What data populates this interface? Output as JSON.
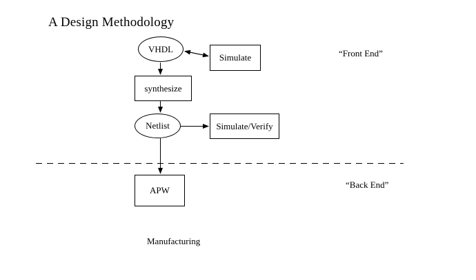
{
  "title": "A Design Methodology",
  "diagram": {
    "nodes": {
      "vhdl": {
        "label": "VHDL",
        "shape": "ellipse"
      },
      "simulate": {
        "label": "Simulate",
        "shape": "rect"
      },
      "synthesize": {
        "label": "synthesize",
        "shape": "rect"
      },
      "netlist": {
        "label": "Netlist",
        "shape": "ellipse"
      },
      "simulate_verify": {
        "label": "Simulate/Verify",
        "shape": "rect"
      },
      "apw": {
        "label": "APW",
        "shape": "rect"
      }
    },
    "edges": [
      {
        "from": "vhdl",
        "to": "simulate",
        "bidirectional": true
      },
      {
        "from": "vhdl",
        "to": "synthesize",
        "bidirectional": false
      },
      {
        "from": "synthesize",
        "to": "netlist",
        "bidirectional": false
      },
      {
        "from": "netlist",
        "to": "simulate_verify",
        "bidirectional": false
      },
      {
        "from": "netlist",
        "to": "apw",
        "bidirectional": false
      }
    ],
    "divider": {
      "style": "dashed",
      "separates": [
        "front_end",
        "back_end"
      ]
    },
    "annotations": {
      "front_end": "“Front End”",
      "back_end": "“Back End”",
      "manufacturing": "Manufacturing"
    },
    "colors": {
      "ink": "#000000",
      "background": "#ffffff"
    }
  }
}
